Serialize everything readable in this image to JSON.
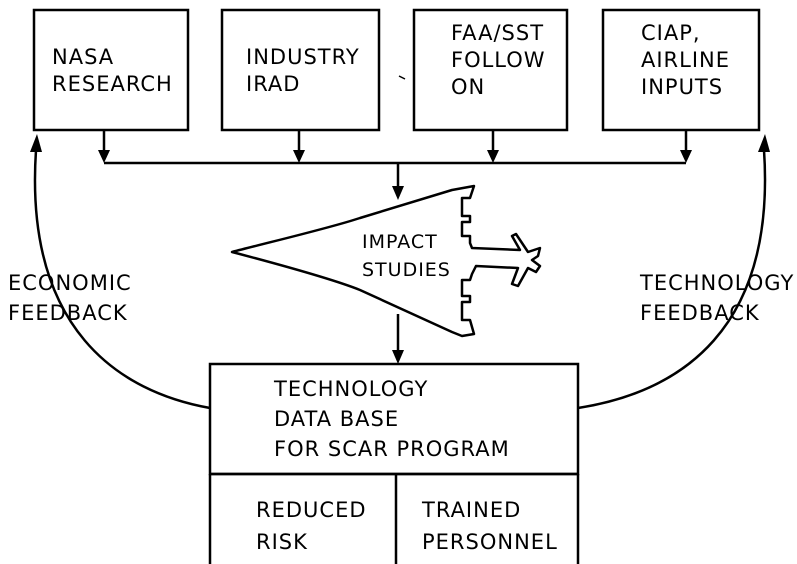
{
  "sources": [
    {
      "lines": [
        "NASA",
        "RESEARCH"
      ]
    },
    {
      "lines": [
        "INDUSTRY",
        "IRAD"
      ]
    },
    {
      "lines": [
        "FAA/SST",
        "FOLLOW",
        "ON"
      ]
    },
    {
      "lines": [
        "CIAP,",
        "AIRLINE",
        "INPUTS"
      ]
    }
  ],
  "impact": {
    "lines": [
      "IMPACT",
      "STUDIES"
    ]
  },
  "database": {
    "lines": [
      "TECHNOLOGY",
      "DATA BASE",
      "FOR SCAR PROGRAM"
    ]
  },
  "outputs": [
    {
      "lines": [
        "REDUCED",
        "RISK"
      ]
    },
    {
      "lines": [
        "TRAINED",
        "PERSONNEL"
      ]
    }
  ],
  "feedback_left": {
    "lines": [
      "ECONOMIC",
      "FEEDBACK"
    ]
  },
  "feedback_right": {
    "lines": [
      "TECHNOLOGY",
      "FEEDBACK"
    ]
  }
}
